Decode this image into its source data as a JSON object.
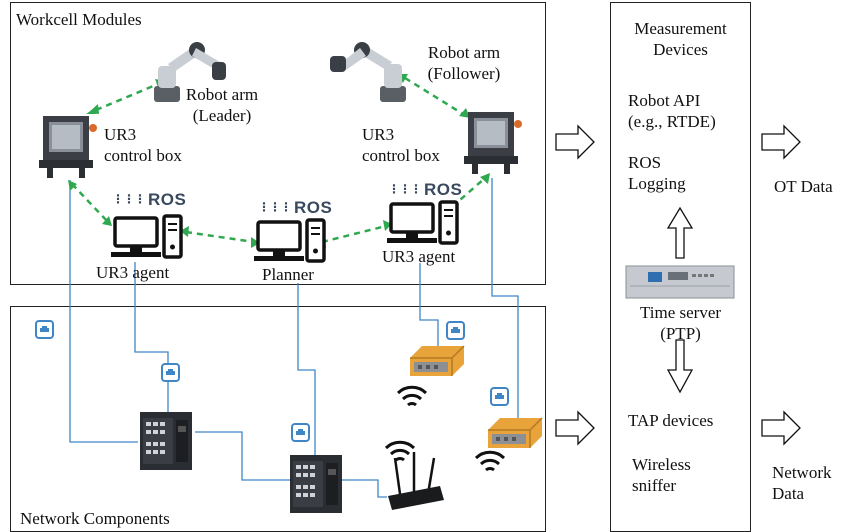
{
  "workcell": {
    "title": "Workcell Modules",
    "robot_leader": [
      "Robot arm",
      "(Leader)"
    ],
    "robot_follower": [
      "Robot arm",
      "(Follower)"
    ],
    "control_box_left": [
      "UR3",
      "control box"
    ],
    "control_box_right": [
      "UR3",
      "control box"
    ],
    "agent_left": "UR3 agent",
    "planner": "Planner",
    "agent_right": "UR3 agent",
    "ros_label": "ROS"
  },
  "network": {
    "title": "Network Components"
  },
  "measurement": {
    "title": [
      "Measurement",
      "Devices"
    ],
    "robot_api": [
      "Robot API",
      "(e.g., RTDE)"
    ],
    "ros_logging": [
      "ROS",
      "Logging"
    ],
    "time_server": [
      "Time server",
      "(PTP)"
    ],
    "tap_devices": "TAP devices",
    "wireless_sniffer": [
      "Wireless",
      "sniffer"
    ]
  },
  "outputs": {
    "ot_data": "OT Data",
    "network_data": [
      "Network",
      "Data"
    ]
  },
  "colors": {
    "link_blue": "#3f86c6",
    "ros_green": "#2fa84f",
    "device_orange": "#e8a33a"
  }
}
